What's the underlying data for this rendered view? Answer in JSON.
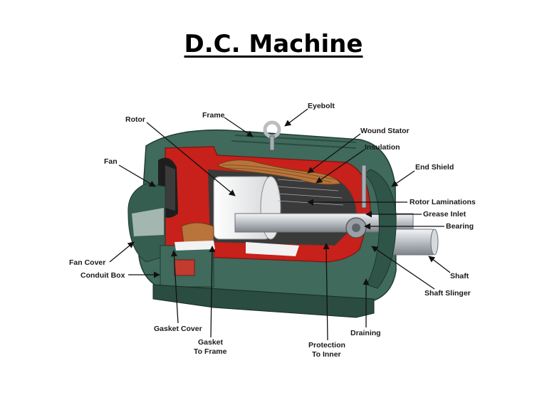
{
  "title": "D.C. Machine",
  "labels": {
    "eyebolt": "Eyebolt",
    "frame": "Frame",
    "rotor": "Rotor",
    "wound_stator": "Wound Stator",
    "insulation": "Insulation",
    "fan": "Fan",
    "end_shield": "End Shield",
    "rotor_laminations": "Rotor Laminations",
    "grease_inlet": "Grease Inlet",
    "bearing": "Bearing",
    "fan_cover": "Fan Cover",
    "conduit_box": "Conduit Box",
    "shaft": "Shaft",
    "shaft_slinger": "Shaft Slinger",
    "gasket_cover": "Gasket Cover",
    "gasket_1": "Gasket",
    "gasket_2": "To Frame",
    "draining": "Draining",
    "protection_1": "Protection",
    "protection_2": "To Inner"
  },
  "colors": {
    "housing": "#3f6a5c",
    "housing_dark": "#2b4c41",
    "cutaway_red": "#c8201a",
    "copper": "#b8743a",
    "steel": "#c9cdd1"
  }
}
